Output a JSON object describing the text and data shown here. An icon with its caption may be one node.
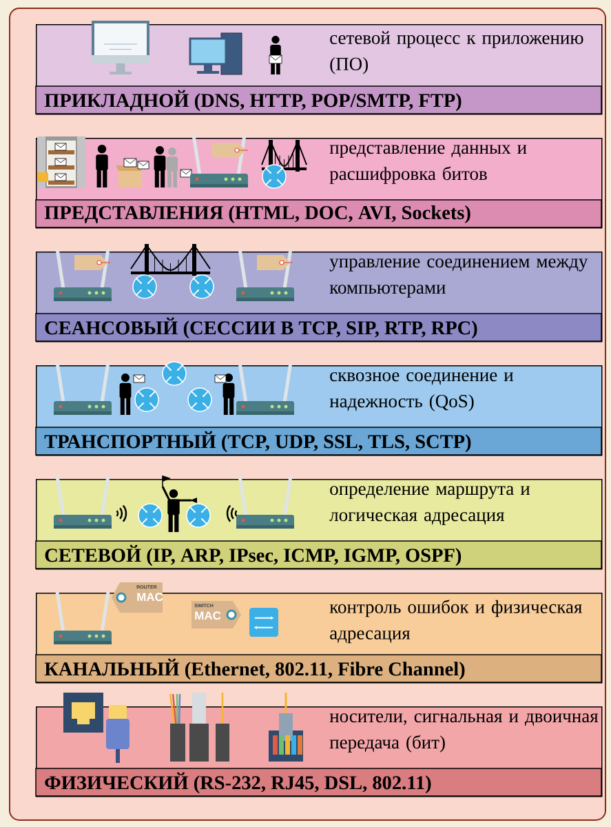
{
  "diagram": {
    "nodes": [
      {
        "text": [
          "сетевой процесс к приложению (ПО)",
          "ПРИКЛАДНОЙ (DNS, HTTP, POP/SMTP, FTP)"
        ]
      },
      {
        "text": [
          "представление данных и расшифровка битов",
          "ПРЕДСТАВЛЕНИЯ (HTML, DOC, AVI, Sockets)"
        ]
      },
      {
        "text": [
          "управление соединением между компьютерами",
          "СЕАНСОВЫЙ (СЕССИИ В TCP, SIP, RTP, RPC)"
        ]
      },
      {
        "text": [
          "сквозное соединение и надежность (QoS)",
          "ТРАНСПОРТНЫЙ (TCP, UDP, SSL, TLS, SCTP)"
        ]
      },
      {
        "text": [
          "определение маршрута и логическая адресация",
          "СЕТЕВОЙ (IP, ARP, IPsec, ICMP, IGMP, OSPF)"
        ]
      },
      {
        "text": [
          "контроль ошибок и физическая адресация",
          "КАНАЛЬНЫЙ (Ethernet, 802.11, Fibre Channel)"
        ]
      },
      {
        "text": [
          "носители, сигнальная и двоичная передача (бит)",
          "ФИЗИЧЕСКИЙ (RS-232, RJ45, DSL, 802.11)"
        ]
      }
    ],
    "labels": [
      "ROUTER",
      "MAC",
      "SWITCH",
      "MAC"
    ]
  }
}
